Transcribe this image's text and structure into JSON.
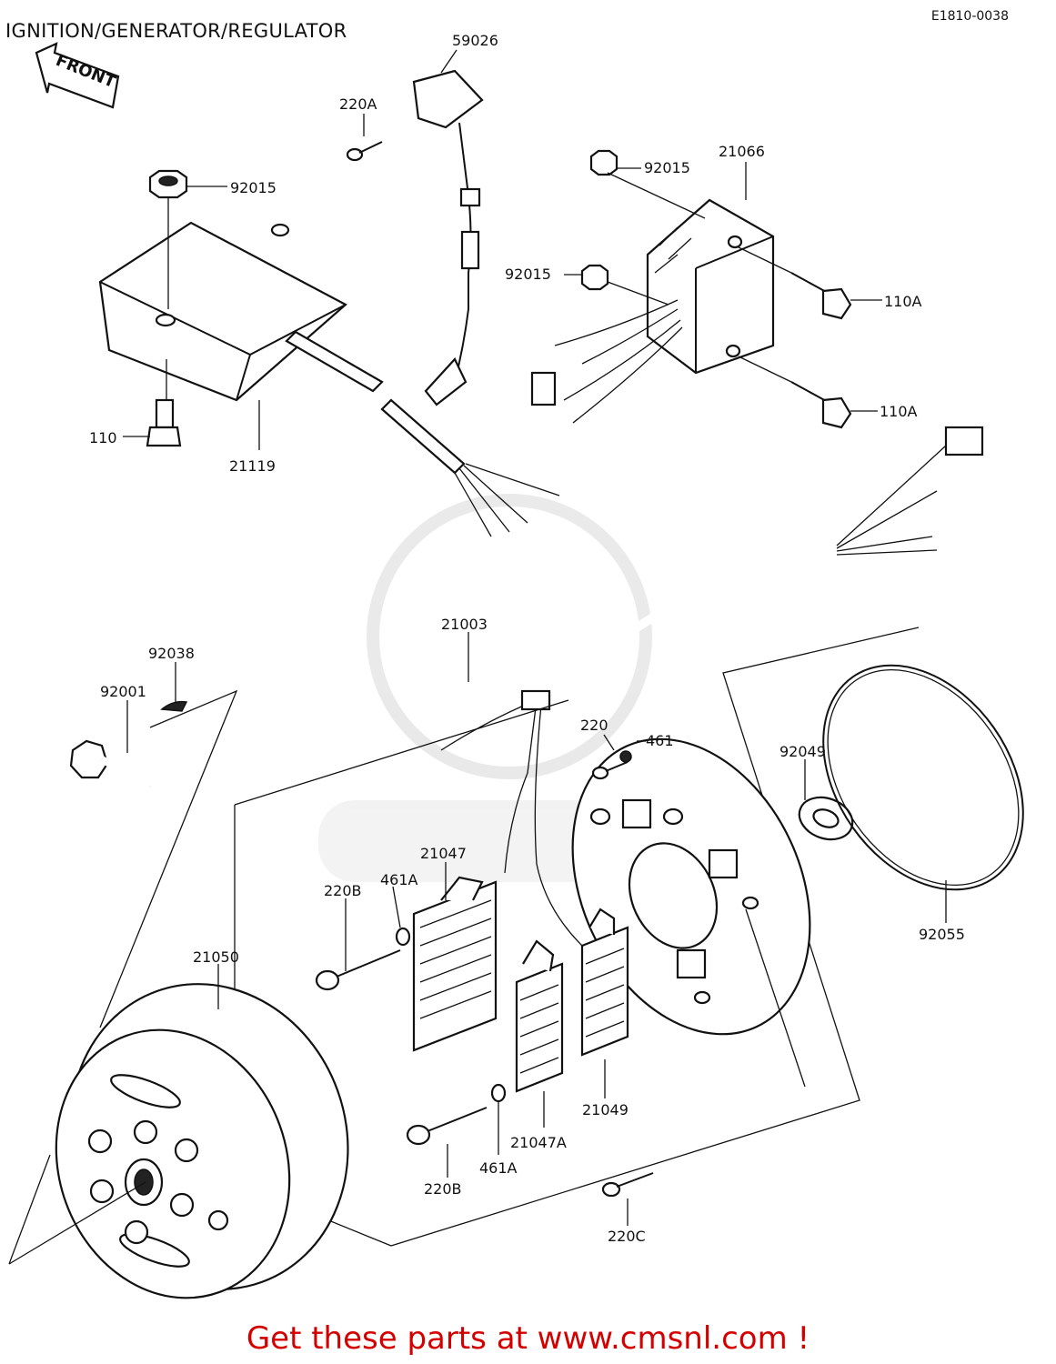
{
  "header": {
    "title": "IGNITION/GENERATOR/REGULATOR",
    "diagram_code": "E1810-0038",
    "front_arrow_label": "FRONT"
  },
  "parts": [
    {
      "id": "p-59026",
      "number": "59026"
    },
    {
      "id": "p-220A",
      "number": "220A"
    },
    {
      "id": "p-92015-a",
      "number": "92015"
    },
    {
      "id": "p-92015-b",
      "number": "92015"
    },
    {
      "id": "p-21066",
      "number": "21066"
    },
    {
      "id": "p-92015-c",
      "number": "92015"
    },
    {
      "id": "p-110A-a",
      "number": "110A"
    },
    {
      "id": "p-110A-b",
      "number": "110A"
    },
    {
      "id": "p-110",
      "number": "110"
    },
    {
      "id": "p-21119",
      "number": "21119"
    },
    {
      "id": "p-21003",
      "number": "21003"
    },
    {
      "id": "p-92038",
      "number": "92038"
    },
    {
      "id": "p-92001",
      "number": "92001"
    },
    {
      "id": "p-220",
      "number": "220"
    },
    {
      "id": "p-461",
      "number": "461"
    },
    {
      "id": "p-92049",
      "number": "92049"
    },
    {
      "id": "p-21047",
      "number": "21047"
    },
    {
      "id": "p-461A-a",
      "number": "461A"
    },
    {
      "id": "p-220B-a",
      "number": "220B"
    },
    {
      "id": "p-92055",
      "number": "92055"
    },
    {
      "id": "p-21050",
      "number": "21050"
    },
    {
      "id": "p-21049",
      "number": "21049"
    },
    {
      "id": "p-21047A",
      "number": "21047A"
    },
    {
      "id": "p-461A-b",
      "number": "461A"
    },
    {
      "id": "p-220B-b",
      "number": "220B"
    },
    {
      "id": "p-220C",
      "number": "220C"
    }
  ],
  "footer": {
    "text": "Get these parts at www.cmsnl.com !"
  }
}
